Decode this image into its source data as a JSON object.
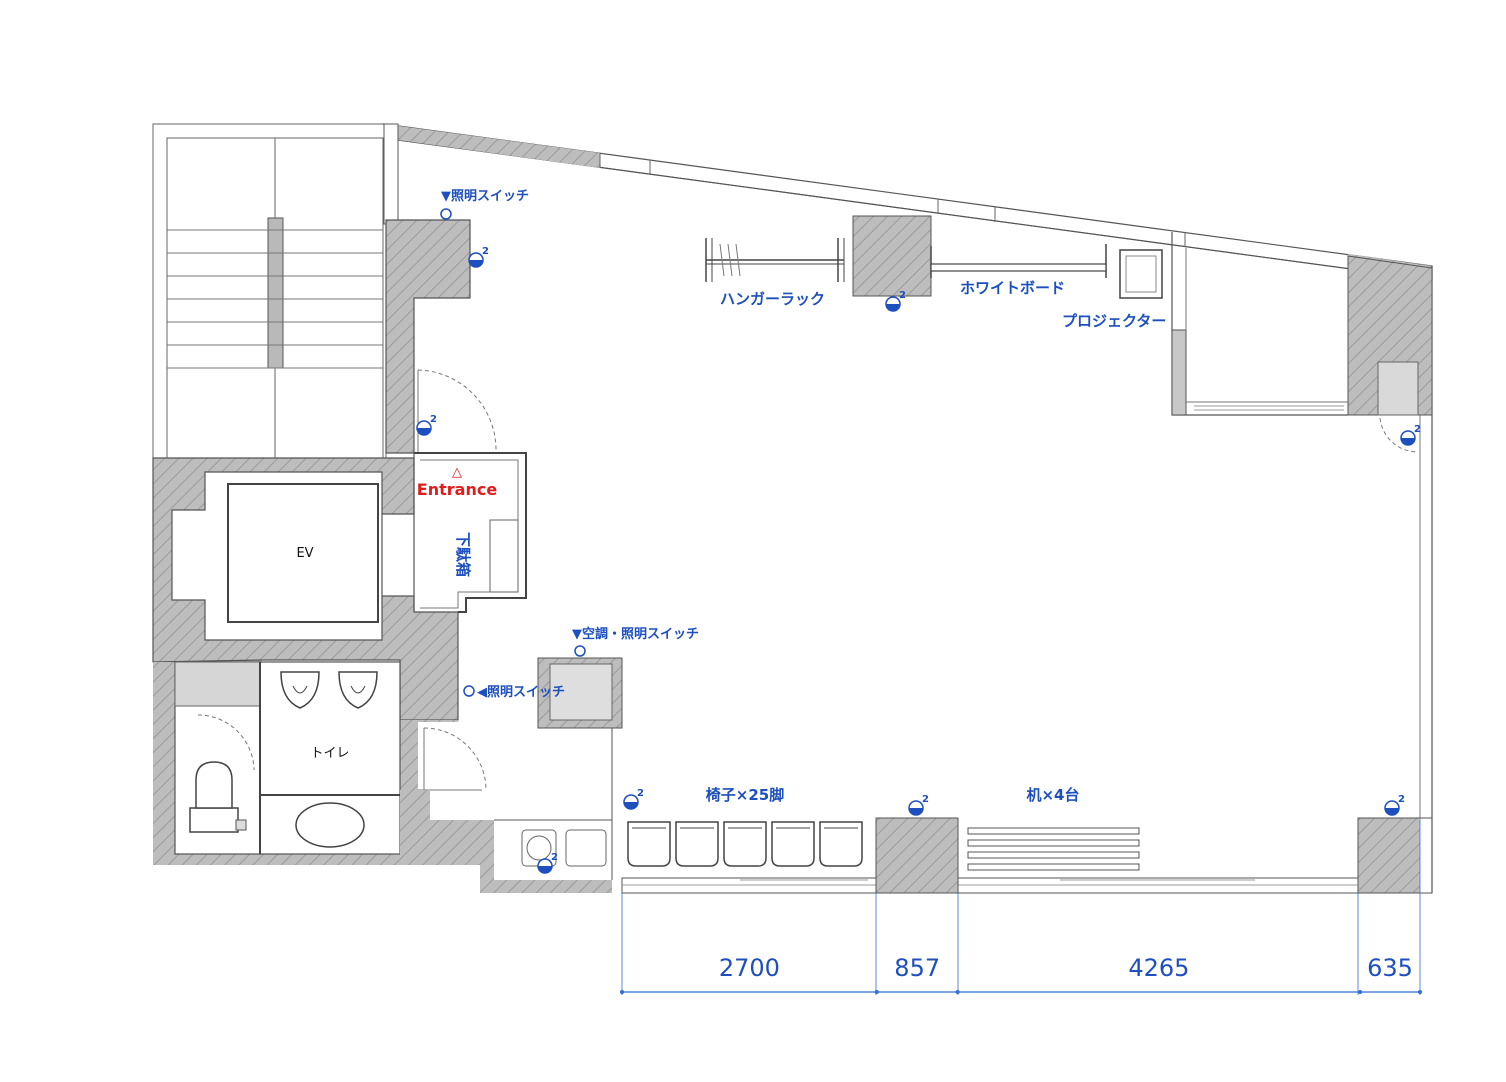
{
  "labels": {
    "switch_top": "▼照明スイッチ",
    "switch_ac": "▼空調・照明スイッチ",
    "switch_side": "◀照明スイッチ",
    "hanger": "ハンガーラック",
    "whiteboard": "ホワイトボード",
    "projector": "プロジェクター",
    "entrance": "Entrance",
    "entrance_mark": "△",
    "shoe_box": "下駄箱",
    "ev": "EV",
    "toilet": "トイレ",
    "chairs": "椅子×25脚",
    "desks": "机×4台"
  },
  "outlet_count_label": "2",
  "dimensions": [
    {
      "value": "2700",
      "mm": 2700
    },
    {
      "value": "857",
      "mm": 857
    },
    {
      "value": "4265",
      "mm": 4265
    },
    {
      "value": "635",
      "mm": 635
    }
  ],
  "colors": {
    "label_blue": "#1d4fbf",
    "entrance_red": "#e31b1b",
    "wall_gray": "#c8c8c8",
    "dimension_blue": "#2f6fd6"
  }
}
